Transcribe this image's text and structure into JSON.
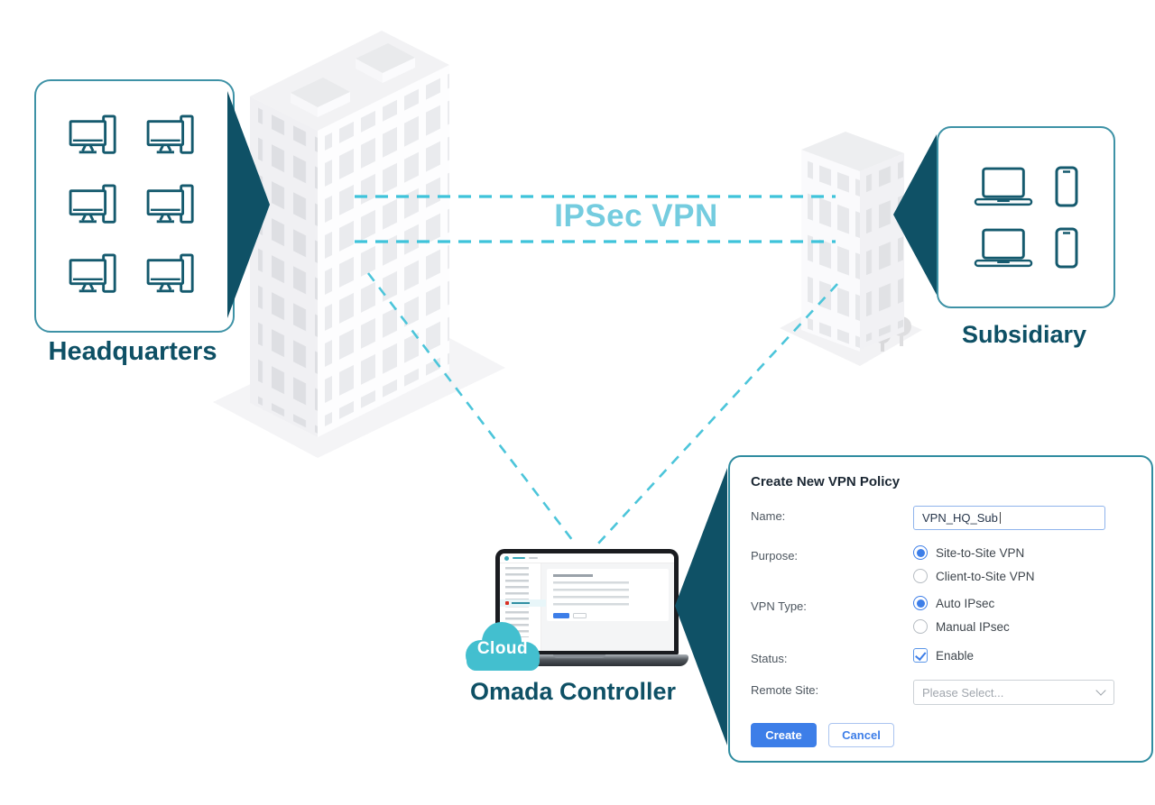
{
  "diagram": {
    "headquarters": {
      "label": "Headquarters",
      "device_icon": "desktop-computer",
      "device_count": 6
    },
    "subsidiary": {
      "label": "Subsidiary",
      "device_icons": [
        "laptop",
        "laptop",
        "smartphone",
        "smartphone"
      ]
    },
    "connection": {
      "label": "IPSec VPN",
      "style": "dashed-tunnel"
    },
    "controller": {
      "label": "Omada Controller",
      "cloud_badge": "Cloud"
    }
  },
  "form": {
    "title": "Create New VPN Policy",
    "fields": {
      "name": {
        "label": "Name:",
        "value": "VPN_HQ_Sub"
      },
      "purpose": {
        "label": "Purpose:",
        "options": [
          {
            "label": "Site-to-Site VPN",
            "selected": true
          },
          {
            "label": "Client-to-Site VPN",
            "selected": false
          }
        ]
      },
      "vpn_type": {
        "label": "VPN Type:",
        "options": [
          {
            "label": "Auto IPsec",
            "selected": true
          },
          {
            "label": "Manual IPsec",
            "selected": false
          }
        ]
      },
      "status": {
        "label": "Status:",
        "checkbox_label": "Enable",
        "checked": true
      },
      "remote_site": {
        "label": "Remote Site:",
        "placeholder": "Please Select..."
      }
    },
    "buttons": {
      "create": "Create",
      "cancel": "Cancel"
    }
  },
  "colors": {
    "teal_dark": "#0F5166",
    "teal_border": "#3E92A6",
    "cyan_dashes": "#3EC3DA",
    "cyan_text": "#74CCDF",
    "cloud_teal": "#43BFCF",
    "accent_blue": "#3D7EE8"
  }
}
